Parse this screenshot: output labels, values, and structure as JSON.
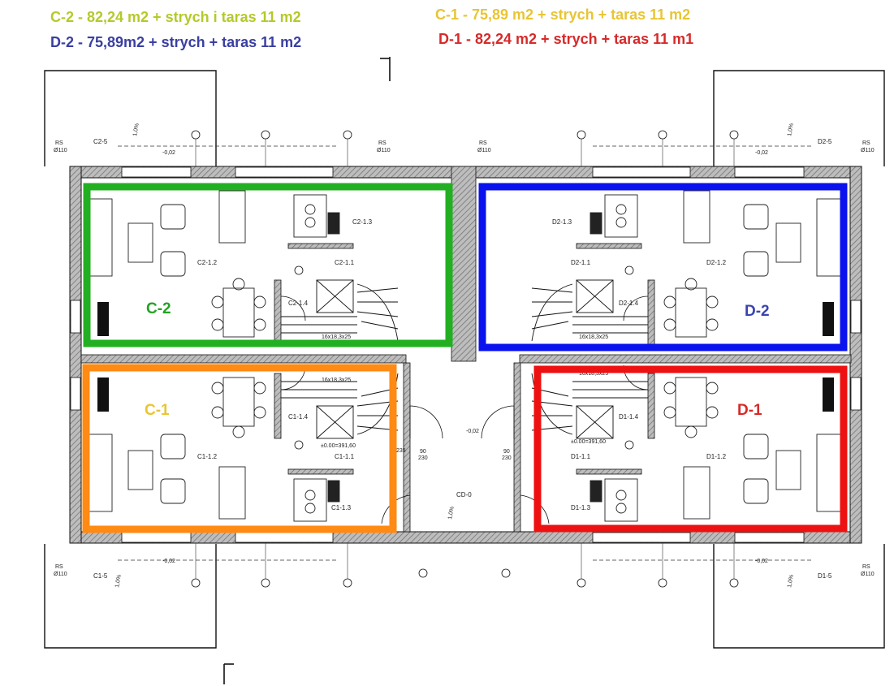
{
  "legend": [
    {
      "id": "c2",
      "text": "C-2 - 82,24 m2 + strych i taras 11 m2",
      "color": "#b5c92a"
    },
    {
      "id": "d2",
      "text": "D-2 - 75,89m2 + strych + taras 11 m2",
      "color": "#3a3fa0"
    },
    {
      "id": "c1",
      "text": "C-1 - 75,89 m2 + strych + taras 11 m2",
      "color": "#e8c534"
    },
    {
      "id": "d1",
      "text": "D-1 - 82,24 m2 + strych + taras 11 m1",
      "color": "#d62a2a"
    }
  ],
  "units": [
    {
      "id": "c2",
      "label": "C-2",
      "outline": "#22b022",
      "text_color": "#22a322"
    },
    {
      "id": "d2",
      "label": "D-2",
      "outline": "#0a12ee",
      "text_color": "#3a44b0"
    },
    {
      "id": "c1",
      "label": "C-1",
      "outline": "#ff8a14",
      "text_color": "#e8c534"
    },
    {
      "id": "d1",
      "label": "D-1",
      "outline": "#ee1111",
      "text_color": "#d62a2a"
    }
  ],
  "plan": {
    "room_tags": {
      "c2_living": "C2-1.2",
      "c2_hall": "C2-1.1",
      "c2_bath": "C2-1.3",
      "c2_stair": "C2-1.4",
      "d2_living": "D2-1.2",
      "d2_hall": "D2-1.1",
      "d2_bath": "D2-1.3",
      "d2_stair": "D2-1.4",
      "c1_living": "C1-1.2",
      "c1_hall": "C1-1.1",
      "c1_bath": "C1-1.3",
      "c1_stair": "C1-1.4",
      "d1_living": "D1-1.2",
      "d1_hall": "D1-1.1",
      "d1_bath": "D1-1.3",
      "d1_stair": "D1-1.4",
      "common": "CD-0"
    },
    "terrace_tags": {
      "c2": "C2-5",
      "d2": "D2-5",
      "c1": "C1-5",
      "d1": "D1-5"
    },
    "level_c1": "±0.00=391,60",
    "level_d1": "±0.00=391,60",
    "rs_label": "RS",
    "rs_dia": "Ø110",
    "slope": "1,0%",
    "step_label": "-0,02",
    "door_w": "90",
    "door_h": "230",
    "stair_note": "16x18,3x25",
    "side_dim": "235"
  }
}
